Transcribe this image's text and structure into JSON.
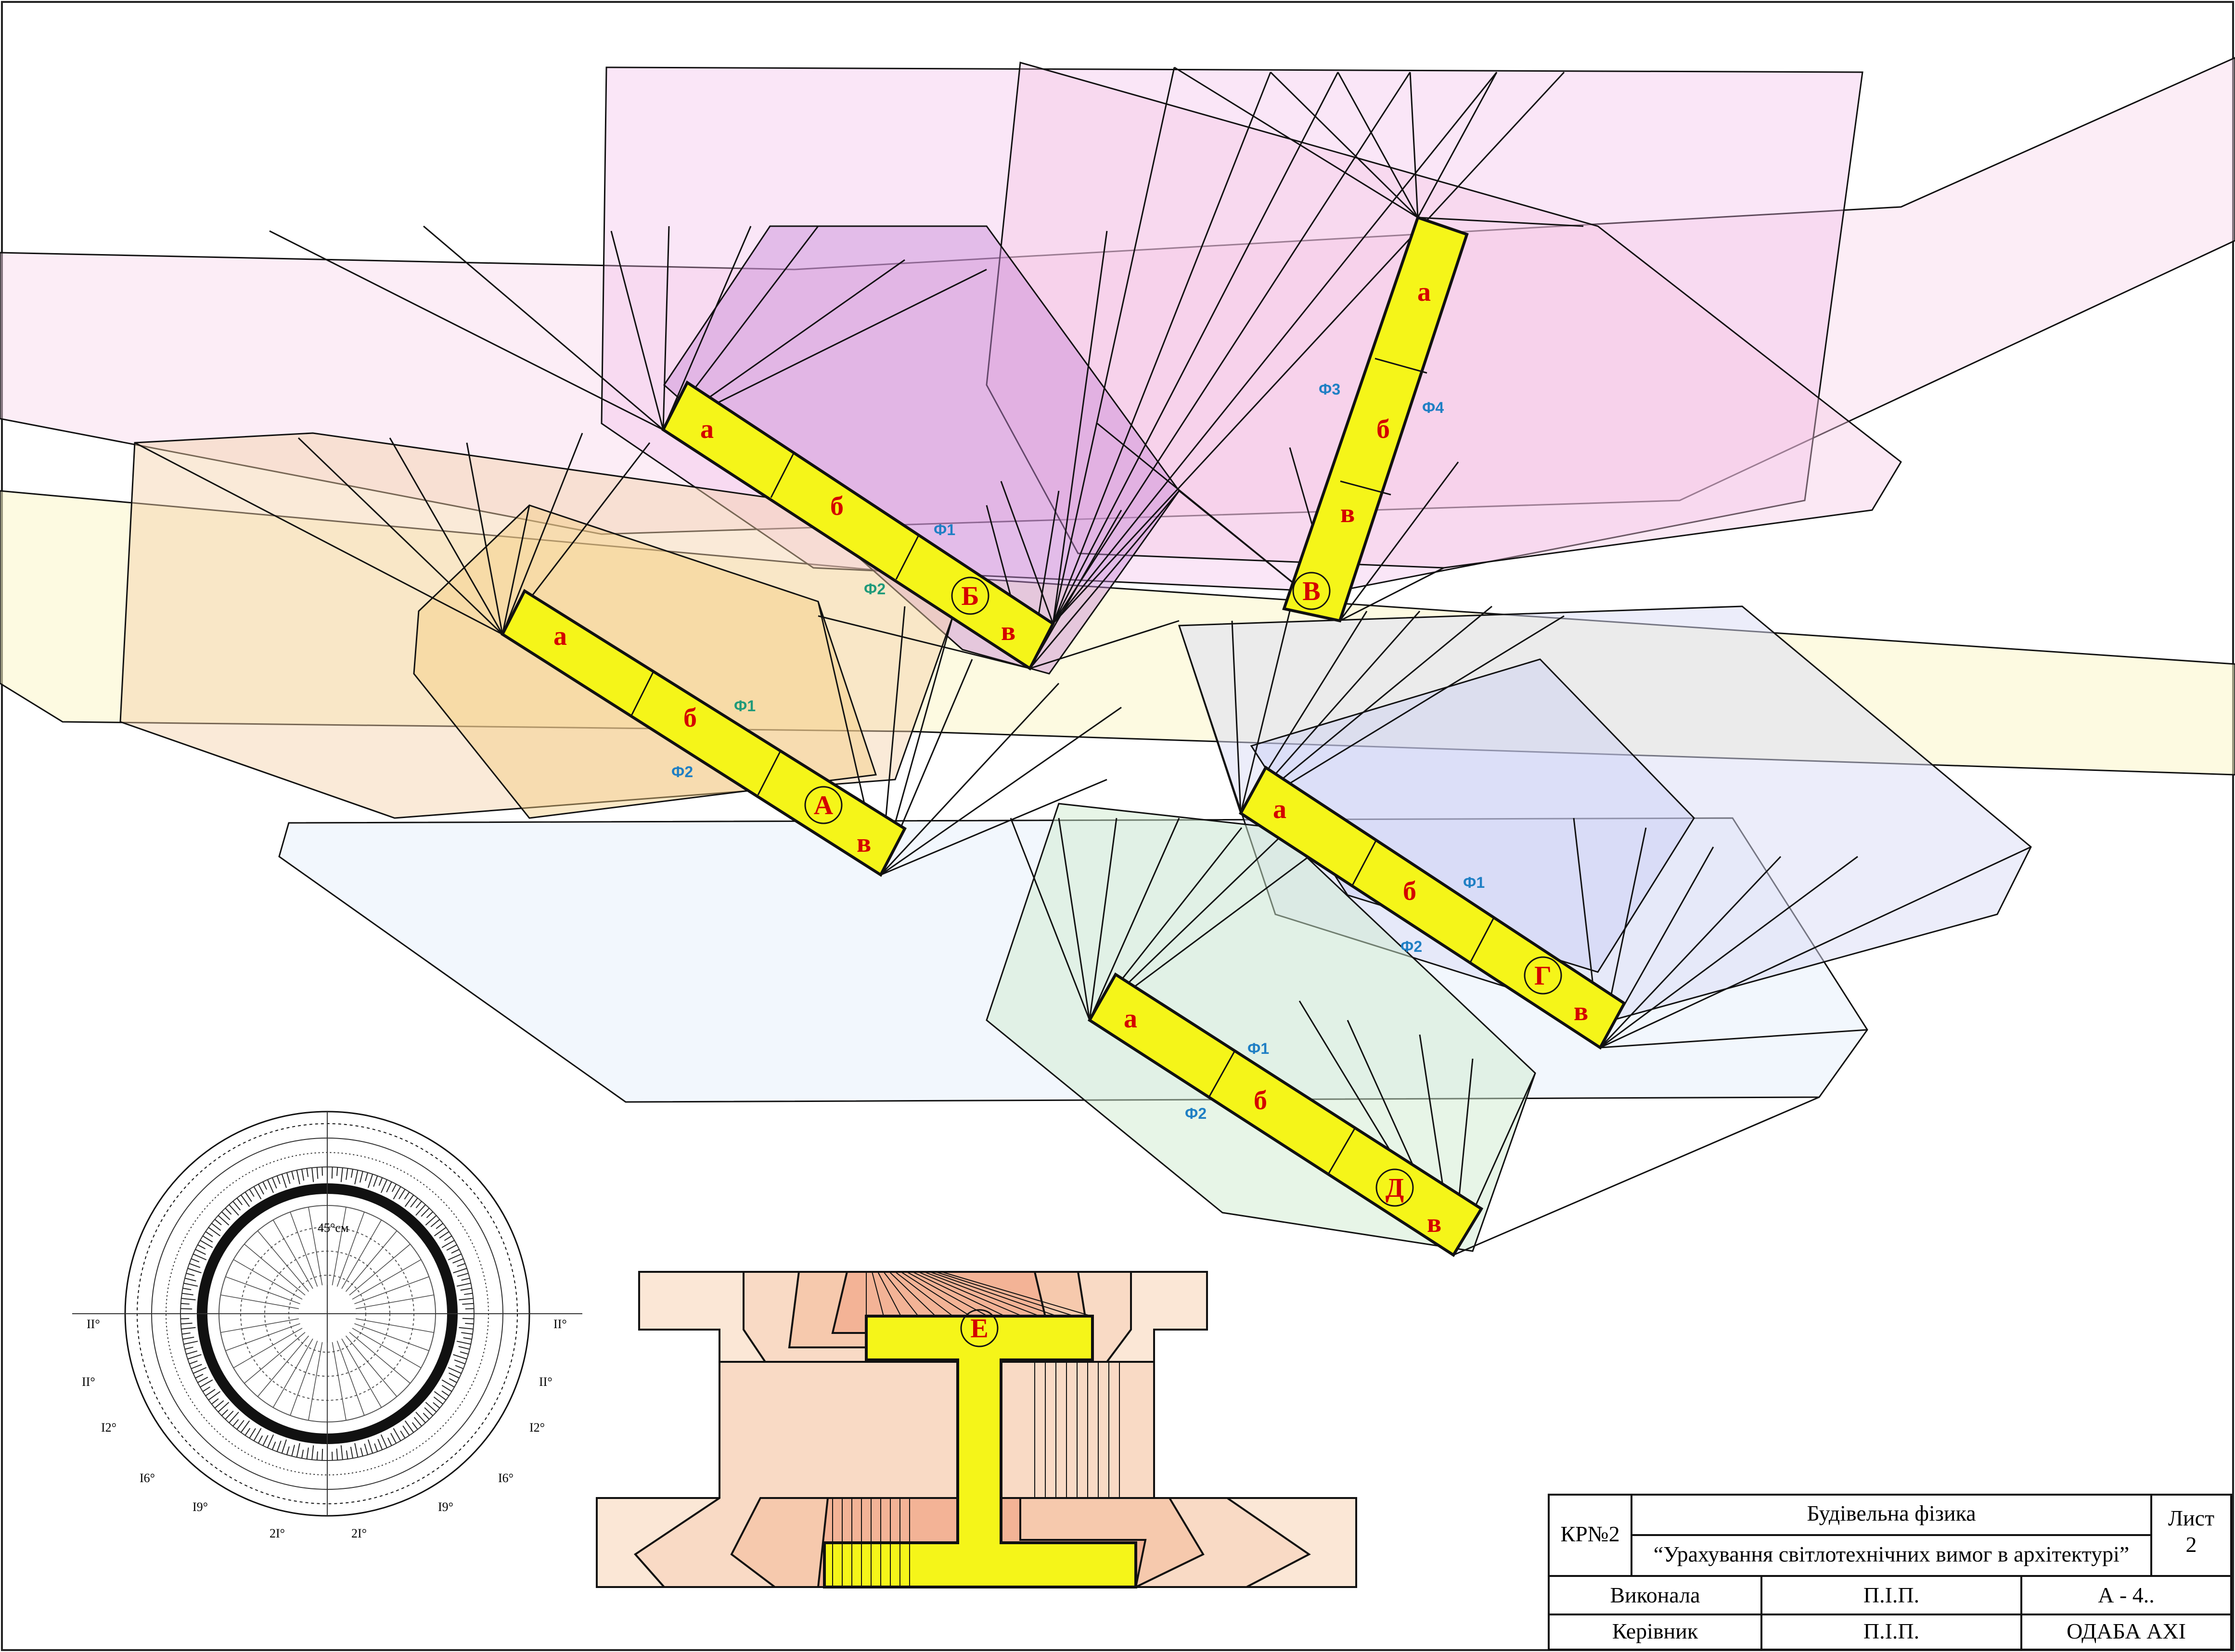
{
  "labels": {
    "a": "а",
    "b": "б",
    "v": "в",
    "A": "А",
    "B": "Б",
    "V": "В",
    "G": "Г",
    "D": "Д",
    "E": "Е",
    "phi1": "Ф1",
    "phi2": "Ф2",
    "phi3": "Ф3",
    "phi4": "Ф4"
  },
  "chart_ticks": [
    "II°",
    "II°",
    "II°",
    "II°",
    "I2°",
    "I2°",
    "I6°",
    "I6°",
    "I9°",
    "I9°",
    "2I°",
    "2I°",
    "45°см"
  ],
  "title_block": {
    "code": "КР№2",
    "subject": "Будівельна фізика",
    "title": "“Урахування світлотехнічних вимог в архітектурі”",
    "sheet_label": "Лист",
    "sheet_no": "2",
    "done_by_label": "Виконала",
    "done_by": "П.І.П.",
    "supervisor_label": "Керівник",
    "supervisor": "П.І.П.",
    "group": "А - 4..",
    "org": "ОДАБА АХІ"
  },
  "colors": {
    "yellow": "#f5f519",
    "label_red": "#d40000",
    "phi_blue": "#1f7fc4",
    "phi_green": "#1f9a7a"
  }
}
